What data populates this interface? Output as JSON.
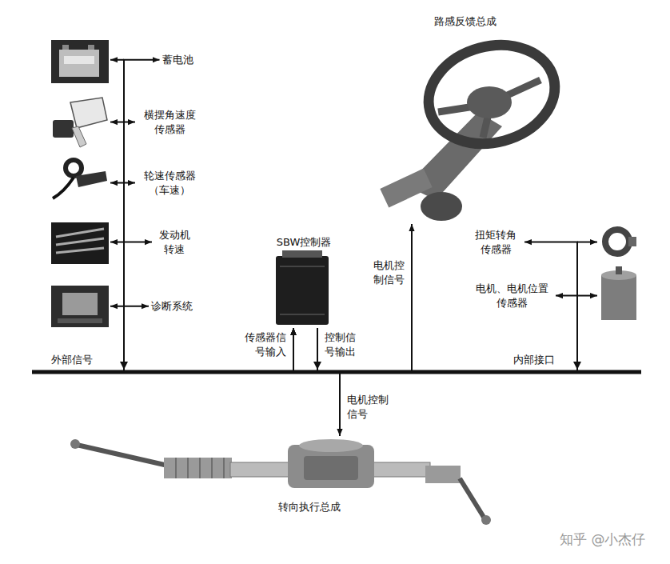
{
  "diagram": {
    "nodes": [
      {
        "text": [
          "蓄电池"
        ]
      },
      {
        "text": [
          "横摆角速度 传感器"
        ]
      },
      {
        "text": [
          "轮速传感器 （车速）"
        ]
      },
      {
        "text": [
          "发动机 转速"
        ]
      },
      {
        "text": [
          "诊断系统"
        ]
      },
      {
        "text": [
          "SBW控制器"
        ]
      },
      {
        "text": [
          "路感反馈总成"
        ]
      },
      {
        "text": [
          "扭矩转角 传感器"
        ]
      },
      {
        "text": [
          "电机、电机位置 传感器"
        ]
      },
      {
        "text": [
          "转向执行总成"
        ]
      }
    ],
    "edges": [
      {
        "from": 0,
        "to": 5,
        "arrow": "both"
      },
      {
        "from": 1,
        "to": 5,
        "arrow": "both"
      },
      {
        "from": 2,
        "to": 5,
        "arrow": "both"
      },
      {
        "from": 3,
        "to": 5,
        "arrow": "both"
      },
      {
        "from": 4,
        "to": 5,
        "arrow": "both"
      },
      {
        "from": 7,
        "to": 5,
        "arrow": "both"
      },
      {
        "from": 8,
        "to": 5,
        "arrow": "both"
      },
      {
        "from": 5,
        "to": 6,
        "label": "电机控 制信号",
        "arrow": "to"
      },
      {
        "from": 5,
        "to": 9,
        "label": "电机控制 信号",
        "arrow": "to"
      }
    ],
    "labels": [
      "传感器信 号输入",
      "控制信 号输出",
      "外部信号",
      "内部接口",
      "知乎 @小杰仔"
    ]
  }
}
